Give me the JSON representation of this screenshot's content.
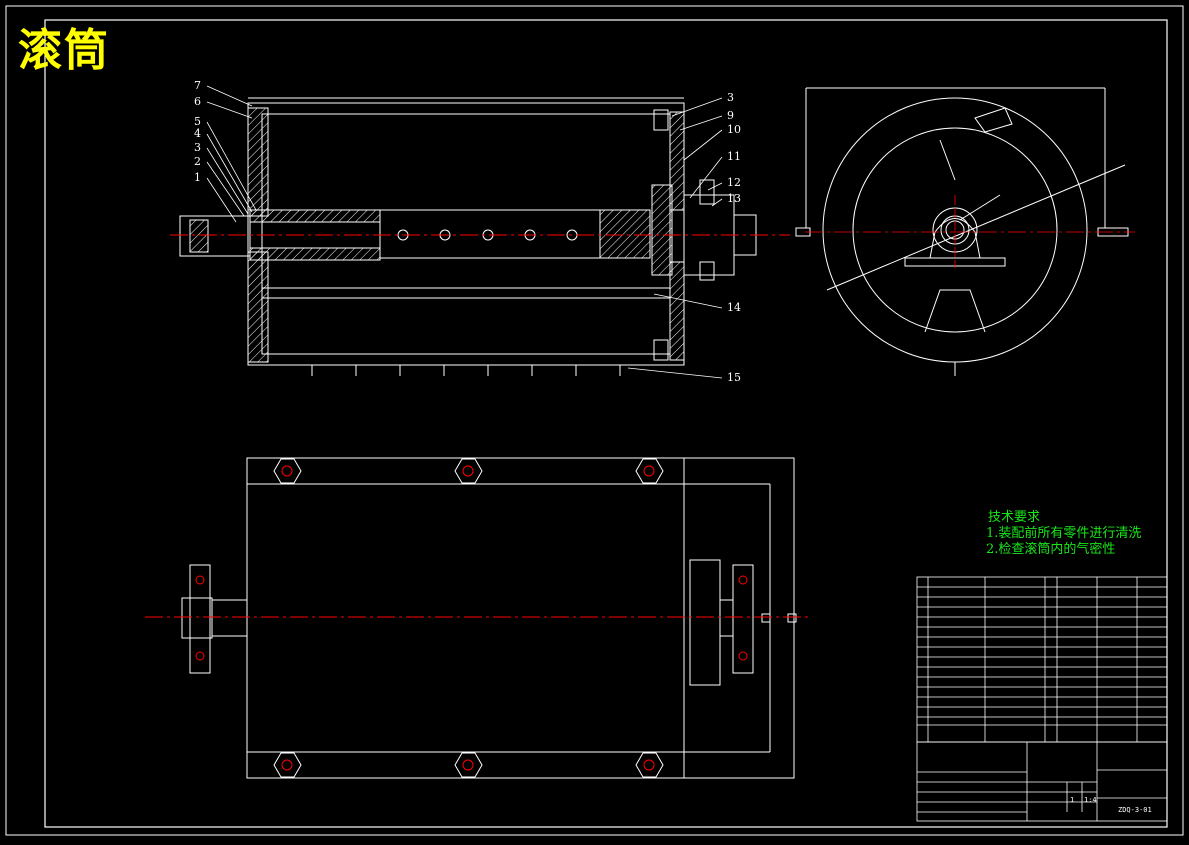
{
  "drawing": {
    "title": "滚筒",
    "tech_requirements": {
      "heading": "技术要求",
      "items": [
        "1.装配前所有零件进行清洗",
        "2.检查滚筒内的气密性"
      ]
    },
    "balloons": {
      "left": [
        "7",
        "6",
        "5",
        "4",
        "3",
        "2",
        "1"
      ],
      "right": [
        "3",
        "9",
        "10",
        "11",
        "12",
        "13",
        "14",
        "15"
      ]
    }
  },
  "title_block": {
    "drawing_number": "ZDQ-3-01",
    "scale": "1:4",
    "quantity": "1"
  },
  "colors": {
    "background": "#000000",
    "line": "#ffffff",
    "title": "#ffff00",
    "center_line": "#ff0000",
    "green_text": "#19e619"
  }
}
